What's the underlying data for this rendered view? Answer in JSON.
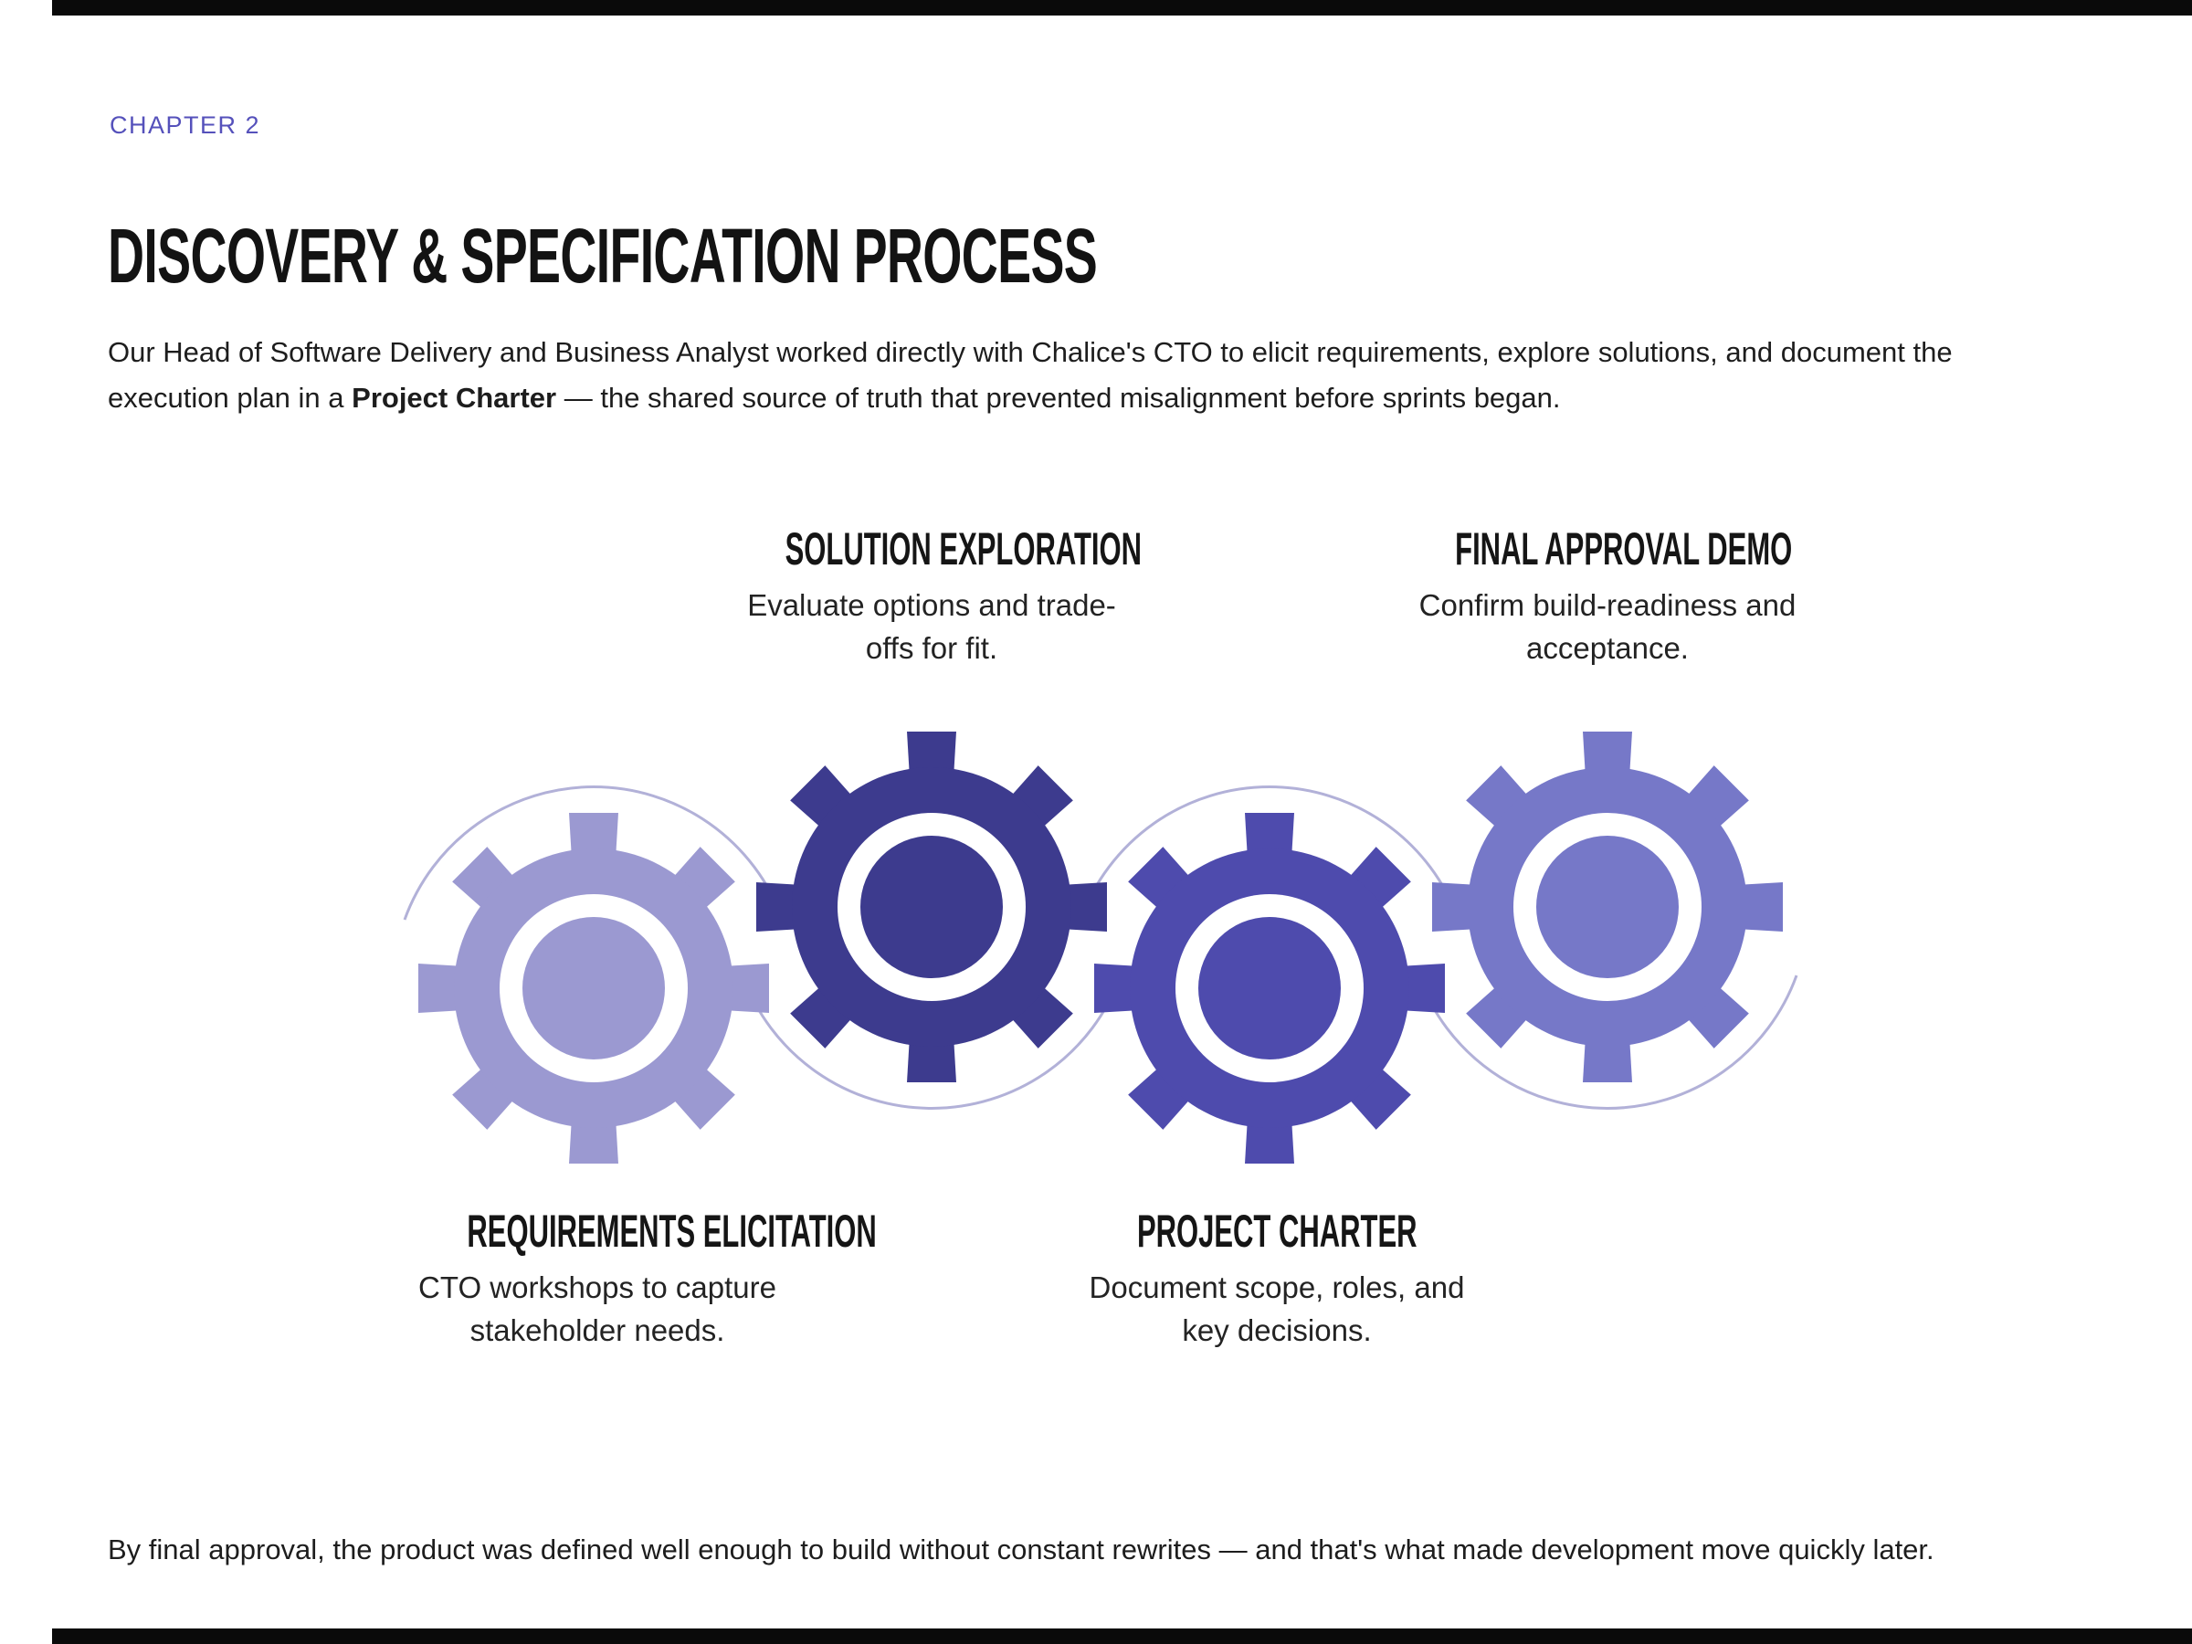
{
  "page": {
    "chapter_label": "CHAPTER 2",
    "title": "DISCOVERY & SPECIFICATION PROCESS",
    "intro": {
      "line1": "Our Head of Software Delivery and Business Analyst worked directly with Chalice's CTO to elicit requirements, explore solutions, and document the",
      "line2_pre": "execution plan in a ",
      "line2_bold": "Project Charter",
      "line2_post": " — the shared source of truth that prevented misalignment before sprints began."
    },
    "closing": "By final approval, the product was defined well enough to build without constant rewrites — and that's what made development move quickly later."
  },
  "diagram": {
    "steps": [
      {
        "label": "REQUIREMENTS ELICITATION",
        "description": "CTO workshops to capture\nstakeholder needs.",
        "gear_color": "#9b99d1",
        "label_position": "below"
      },
      {
        "label": "SOLUTION EXPLORATION",
        "description": "Evaluate options and trade-\noffs for fit.",
        "gear_color": "#3d3b8e",
        "label_position": "above"
      },
      {
        "label": "PROJECT CHARTER",
        "description": "Document scope, roles, and\nkey decisions.",
        "gear_color": "#4e4bad",
        "label_position": "below"
      },
      {
        "label": "FINAL APPROVAL DEMO",
        "description": "Confirm build-readiness and\nacceptance.",
        "gear_color": "#7678c8",
        "label_position": "above"
      }
    ],
    "arc_color": "#b2b1d8"
  },
  "colors": {
    "chapter_label": "#5551bb",
    "body_text": "#1d1d1d",
    "heading_text": "#131313",
    "edge_rule": "#0a0a0a",
    "background": "#ffffff"
  }
}
